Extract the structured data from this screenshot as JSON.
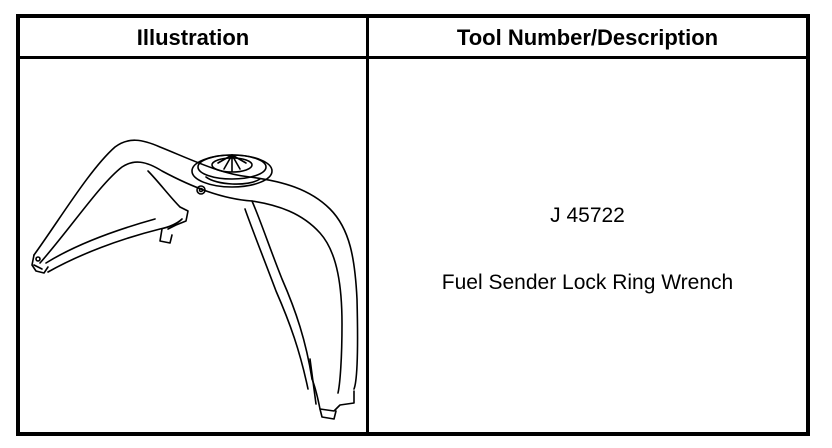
{
  "table": {
    "headers": {
      "illustration": "Illustration",
      "tool": "Tool Number/Description"
    },
    "row": {
      "tool_number": "J 45722",
      "tool_description": "Fuel Sender Lock Ring Wrench",
      "illustration_icon": "lock-ring-wrench-icon"
    }
  }
}
